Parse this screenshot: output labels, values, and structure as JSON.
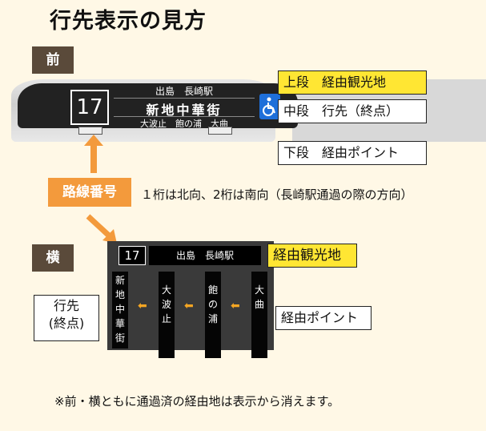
{
  "title": "行先表示の見方",
  "front": {
    "tab": "前",
    "route_number": "17",
    "upper_line": "出島　長崎駅",
    "middle_line": "新地中華街",
    "lower_line": "大波止　飽の浦　大曲",
    "accessibility_icon": "wheelchair-icon",
    "label_upper": "上段　経由観光地",
    "label_middle": "中段　行先（終点）",
    "label_lower": "下段　経由ポイント"
  },
  "route_number_label": "路線番号",
  "route_number_note": "１桁は北向、2桁は南向（長崎駅通過の際の方向）",
  "side": {
    "tab": "横",
    "route_number": "17",
    "upper_line": "出島　長崎駅",
    "columns": [
      {
        "text": "新地中華街"
      },
      {
        "text": "大波止"
      },
      {
        "text": "飽の浦"
      },
      {
        "text": "大曲"
      }
    ],
    "label_sightseeing": "経由観光地",
    "label_destination_1": "行先",
    "label_destination_2": "(終点)",
    "label_points": "経由ポイント"
  },
  "footnote": "※前・横ともに通過済の経由地は表示から消えます。",
  "colors": {
    "background": "#fff8e6",
    "tab_dark": "#5a4a3a",
    "orange": "#f39a3c",
    "yellow": "#ffe633",
    "arrow": "#f5a623"
  }
}
